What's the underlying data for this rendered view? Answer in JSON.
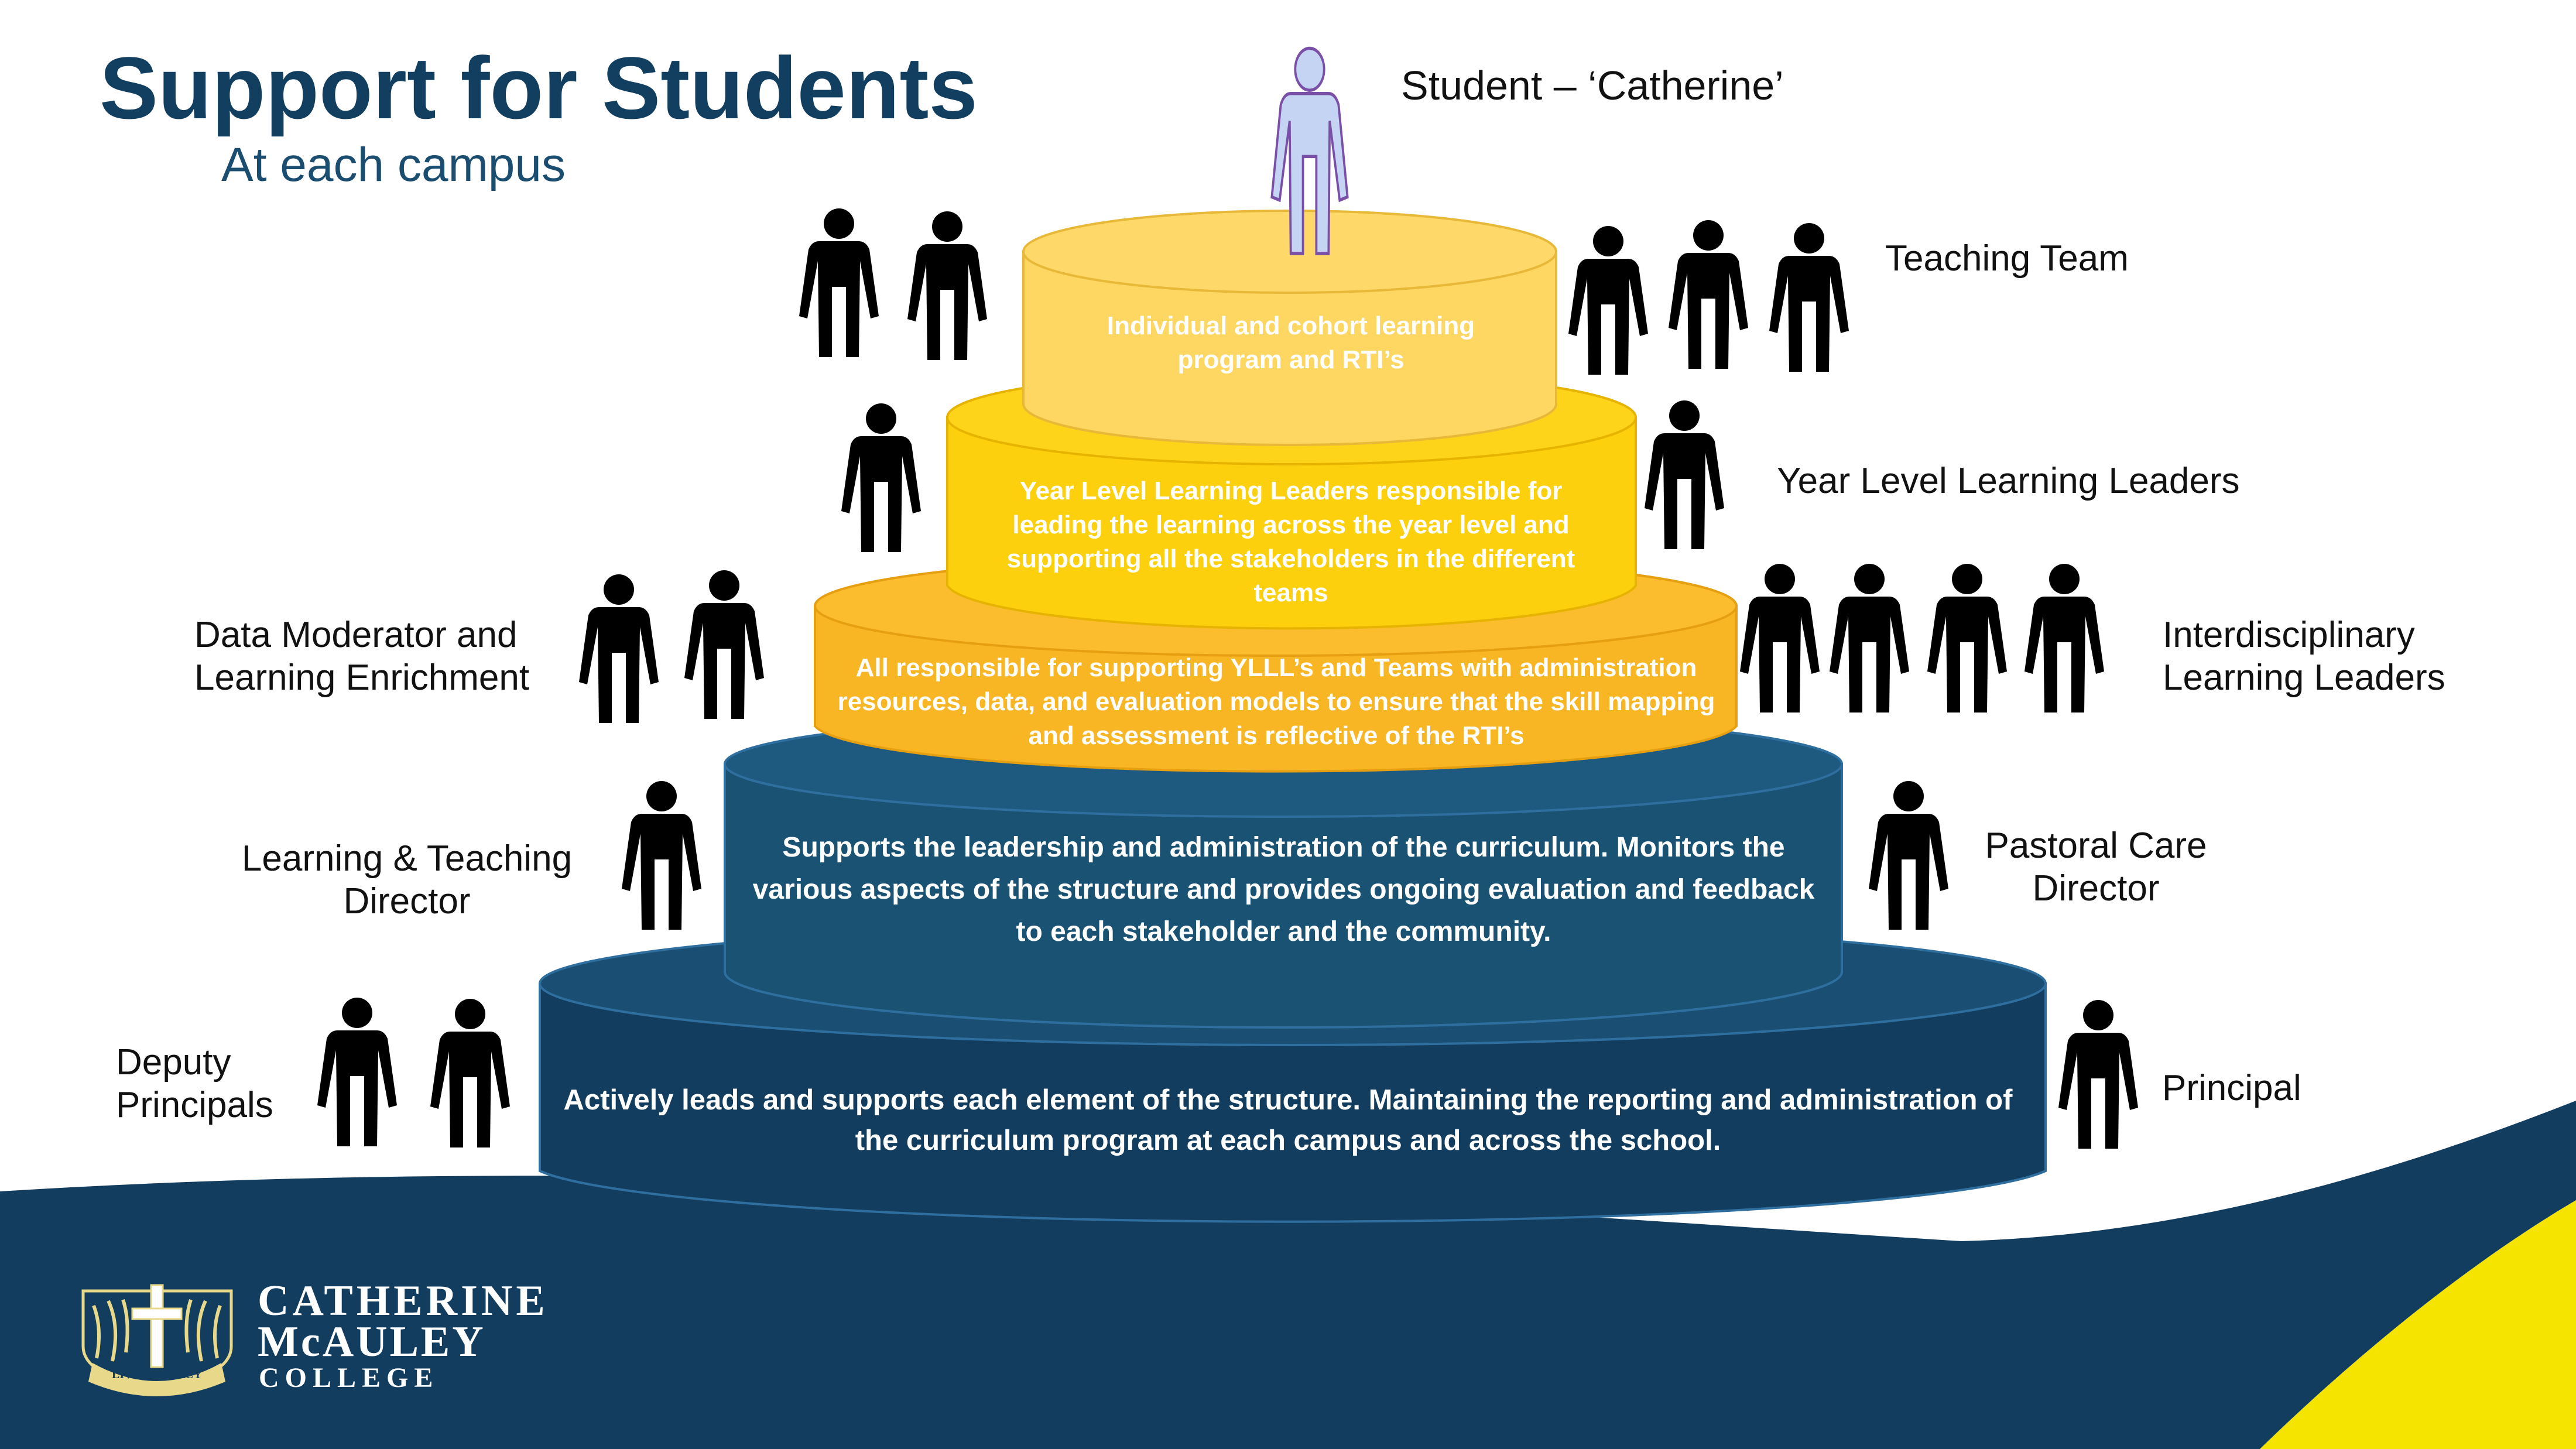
{
  "header": {
    "title": "Support for Students",
    "subtitle": "At each campus"
  },
  "student_label": "Student – ‘Catherine’",
  "roles": {
    "teaching_team": "Teaching Team",
    "year_level_leaders": "Year Level Learning Leaders",
    "interdisciplinary_1": "Interdisciplinary",
    "interdisciplinary_2": "Learning Leaders",
    "data_moderator_1": "Data Moderator and",
    "data_moderator_2": "Learning Enrichment",
    "lt_director_1": "Learning & Teaching",
    "lt_director_2": "Director",
    "pastoral_1": "Pastoral Care",
    "pastoral_2": "Director",
    "deputy_1": "Deputy",
    "deputy_2": "Principals",
    "principal": "Principal"
  },
  "tiers": {
    "tier1": "Individual and cohort learning program and RTI’s",
    "tier2": "Year Level Learning Leaders responsible for leading the learning across the year level and supporting all the stakeholders in the different teams",
    "tier3": "All responsible for supporting YLLL’s and Teams with administration resources, data, and evaluation models to ensure that the skill mapping and assessment is reflective of the RTI’s",
    "tier4": "Supports the leadership and administration of the curriculum. Monitors the various aspects of the structure and provides ongoing evaluation and feedback to each stakeholder and the community.",
    "tier5": "Actively leads and supports each element of the structure. Maintaining the reporting and administration of the curriculum program at each campus and across the school."
  },
  "logo": {
    "line1": "CATHERINE",
    "line2": "McAULEY",
    "line3": "COLLEGE",
    "motto": "LIVING MERCY"
  },
  "colors": {
    "navy_dark": "#123d5f",
    "navy": "#1a5274",
    "amber": "#f9b624",
    "gold": "#fcd00c",
    "pale_yellow": "#fdd762",
    "student_figure": "#c5d4f2",
    "banner_yellow": "#f5e400"
  }
}
